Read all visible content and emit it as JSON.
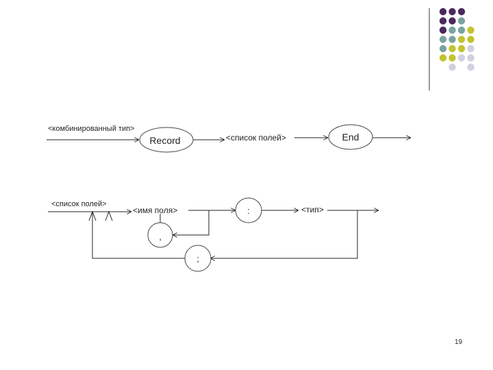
{
  "deco": {
    "colors": {
      "purple": "#4a2a5e",
      "teal": "#7aa3a0",
      "olive": "#c2c32e",
      "lavender": "#d0d0e0"
    },
    "rows": [
      [
        "purple",
        "purple",
        "purple"
      ],
      [
        "purple",
        "purple",
        "teal"
      ],
      [
        "purple",
        "teal",
        "teal",
        "olive"
      ],
      [
        "teal",
        "teal",
        "olive",
        "olive"
      ],
      [
        "teal",
        "olive",
        "olive",
        "lavender"
      ],
      [
        "olive",
        "olive",
        "lavender",
        "lavender"
      ],
      [
        null,
        "lavender",
        null,
        "lavender"
      ]
    ]
  },
  "diagram1": {
    "label_combined_type": "<комбинированный тип>",
    "node_record": "Record",
    "label_field_list": "<список полей>",
    "node_end": "End"
  },
  "diagram2": {
    "label_field_list": "<список полей>",
    "label_field_name": "<имя поля>",
    "node_colon": ":",
    "label_type": "<тип>",
    "node_comma": ",",
    "node_semicolon": ";"
  },
  "page_number": "19"
}
